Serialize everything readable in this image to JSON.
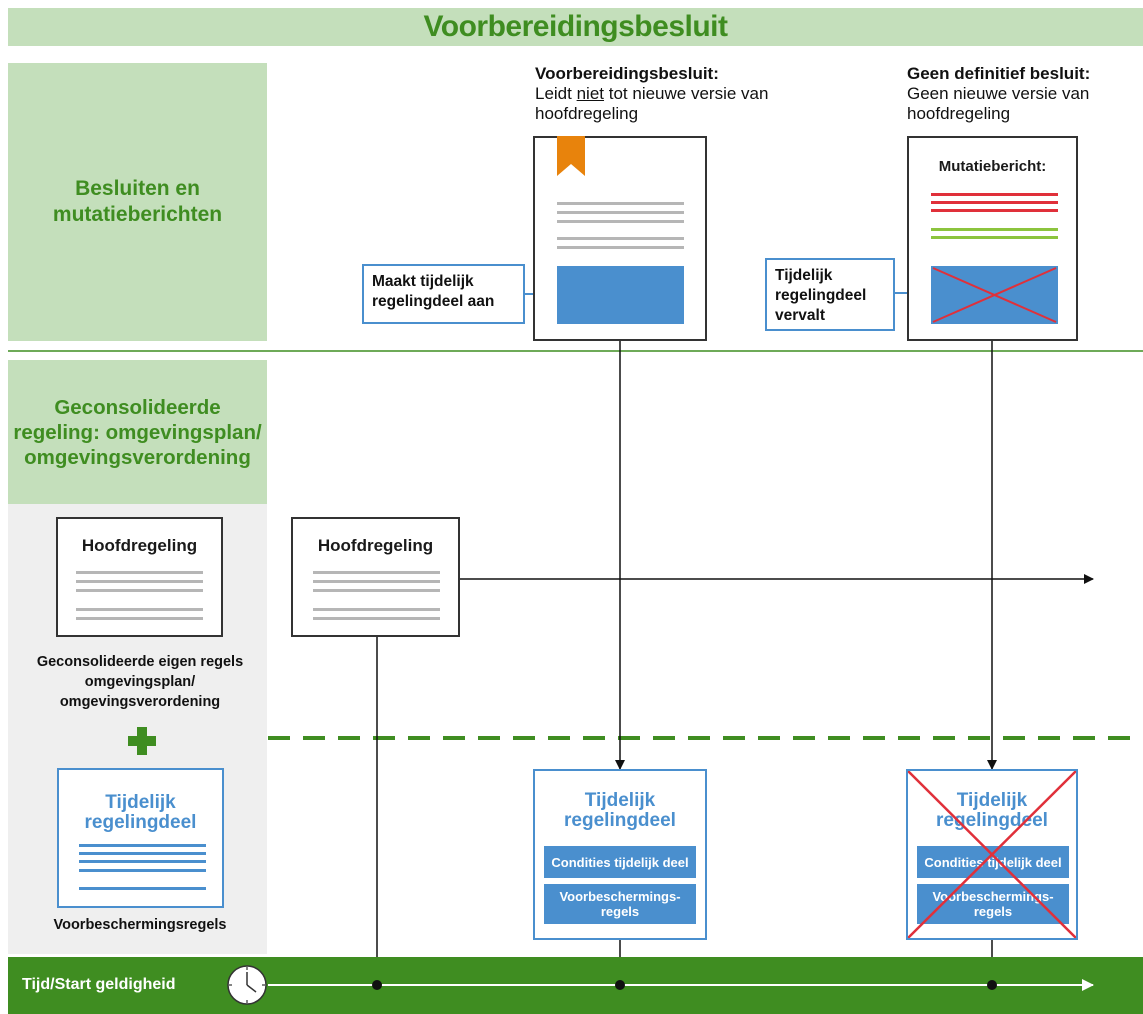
{
  "title": "Voorbereidingsbesluit",
  "side": {
    "row1": "Besluiten en mutatieberichten",
    "row2": "Geconsolideerde regeling: omgevingsplan/ omgevingsverordening"
  },
  "decision": {
    "heading_bold": "Voorbereidingsbesluit:",
    "heading_pre": "Leidt ",
    "heading_underlined": "niet",
    "heading_post": " tot nieuwe versie van hoofdregeling",
    "callout": "Maakt tijdelijk regelingdeel aan"
  },
  "mutation": {
    "heading_bold": "Geen definitief besluit:",
    "heading_rest": "Geen nieuwe versie van hoofdregeling",
    "doc_title": "Mutatiebericht:",
    "callout": "Tijdelijk regelingdeel vervalt"
  },
  "legend": {
    "main_title": "Hoofdregeling",
    "main_caption": "Geconsolideerde eigen regels omgevingsplan/ omgevingsverordening",
    "temp_title": "Tijdelijk regelingdeel",
    "temp_caption": "Voorbeschermingsregels"
  },
  "timeline_doc": {
    "title": "Hoofdregeling"
  },
  "temp_box": {
    "title": "Tijdelijk regelingdeel",
    "block1": "Condities tijdelijk deel",
    "block2": "Voorbeschermings-regels"
  },
  "time": {
    "label": "Tijd/Start geldigheid",
    "icon": "clock-icon"
  },
  "colors": {
    "green_dark": "#3f8d21",
    "green_light": "#c4dfbb",
    "blue": "#4a8fce",
    "orange": "#e8830c",
    "red": "#e0303a"
  }
}
